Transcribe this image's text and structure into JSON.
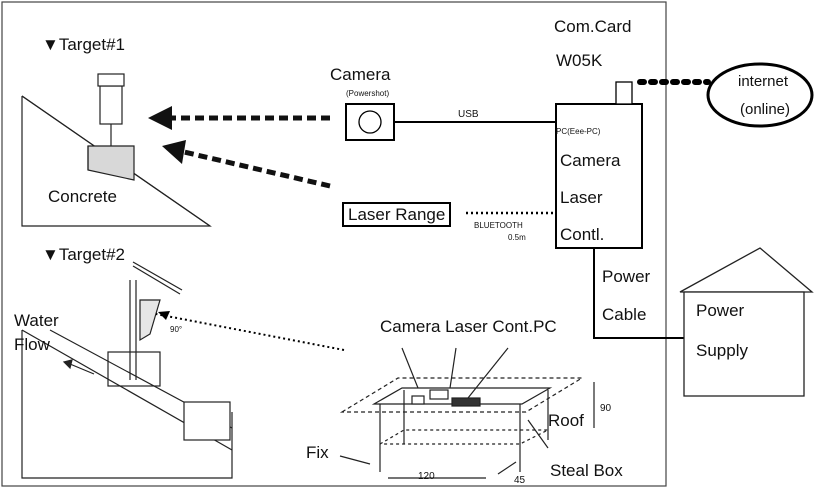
{
  "target1": {
    "heading": "▼Target#1",
    "material": "Concrete"
  },
  "target2": {
    "heading": "▼Target#2",
    "water": "Water",
    "flow": "Flow",
    "angle": "90°"
  },
  "camera": {
    "label": "Camera",
    "model": "(Powershot)"
  },
  "link_usb": "USB",
  "link_bt": "BLUETOOTH",
  "link_bt_dist": "0.5m",
  "laser": {
    "label": "Laser Range"
  },
  "comcard": {
    "line1": "Com.Card",
    "line2": "W05K"
  },
  "internet": {
    "line1": "internet",
    "line2": "(online)"
  },
  "pc": {
    "title": "PC(Eee-PC)",
    "line1": "Camera",
    "line2": "Laser",
    "line3": "Contl."
  },
  "power_cable": {
    "line1": "Power",
    "line2": "Cable"
  },
  "power_supply": {
    "line1": "Power",
    "line2": "Supply"
  },
  "steel_box": {
    "top_labels": "Camera Laser Cont.PC",
    "roof": "Roof",
    "box": "Steal Box",
    "fix": "Fix",
    "height": "90",
    "width": "120",
    "depth": "45"
  }
}
